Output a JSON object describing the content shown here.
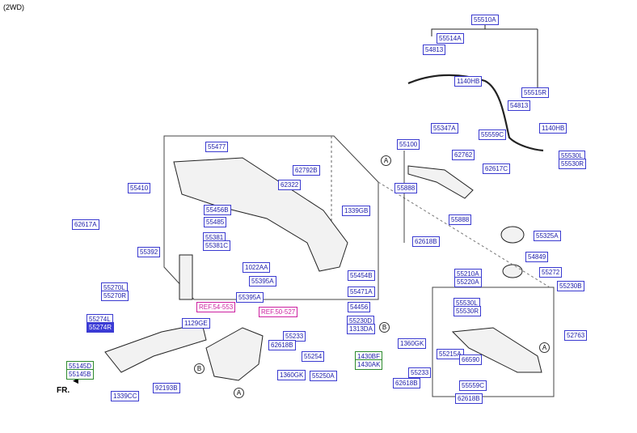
{
  "header": {
    "variant": "(2WD)"
  },
  "direction": {
    "front_label": "FR."
  },
  "callouts": [
    "A",
    "B",
    "A",
    "B",
    "A"
  ],
  "colors": {
    "label_border": "#3a3ad0",
    "label_text": "#1a1aa8",
    "highlight": "#3b3bd6",
    "ref": "#cc1fa0",
    "green": "#2d8a2d"
  },
  "labels": [
    "55510A",
    "55514A",
    "54813",
    "1140HB",
    "55515R",
    "54813",
    "1140HB",
    "55347A",
    "55100",
    "62762",
    "55559C",
    "55530L",
    "55530R",
    "62617C",
    "55888",
    "55888",
    "62618B",
    "55477",
    "55410",
    "62792B",
    "62322",
    "1339GB",
    "55456B",
    "55485",
    "62617A",
    "55392",
    "55381",
    "55381C",
    "1022AA",
    "55454B",
    "55395A",
    "55395A",
    "55471A",
    "54456",
    "55325A",
    "54849",
    "55272",
    "55230B",
    "55270L",
    "55270R",
    "REF.54-553",
    "REF.50-527",
    "55274L",
    "55274R",
    "1129GE",
    "55233",
    "55230D",
    "1313DA",
    "62618B",
    "55254",
    "1360GK",
    "55250A",
    "1430BF",
    "1430AK",
    "55145D",
    "55145B",
    "1339CC",
    "92193B",
    "55210A",
    "55220A",
    "55530L",
    "55530R",
    "52763",
    "1360GK",
    "55215A",
    "66590",
    "55233",
    "62618B",
    "55559C",
    "62618B"
  ]
}
